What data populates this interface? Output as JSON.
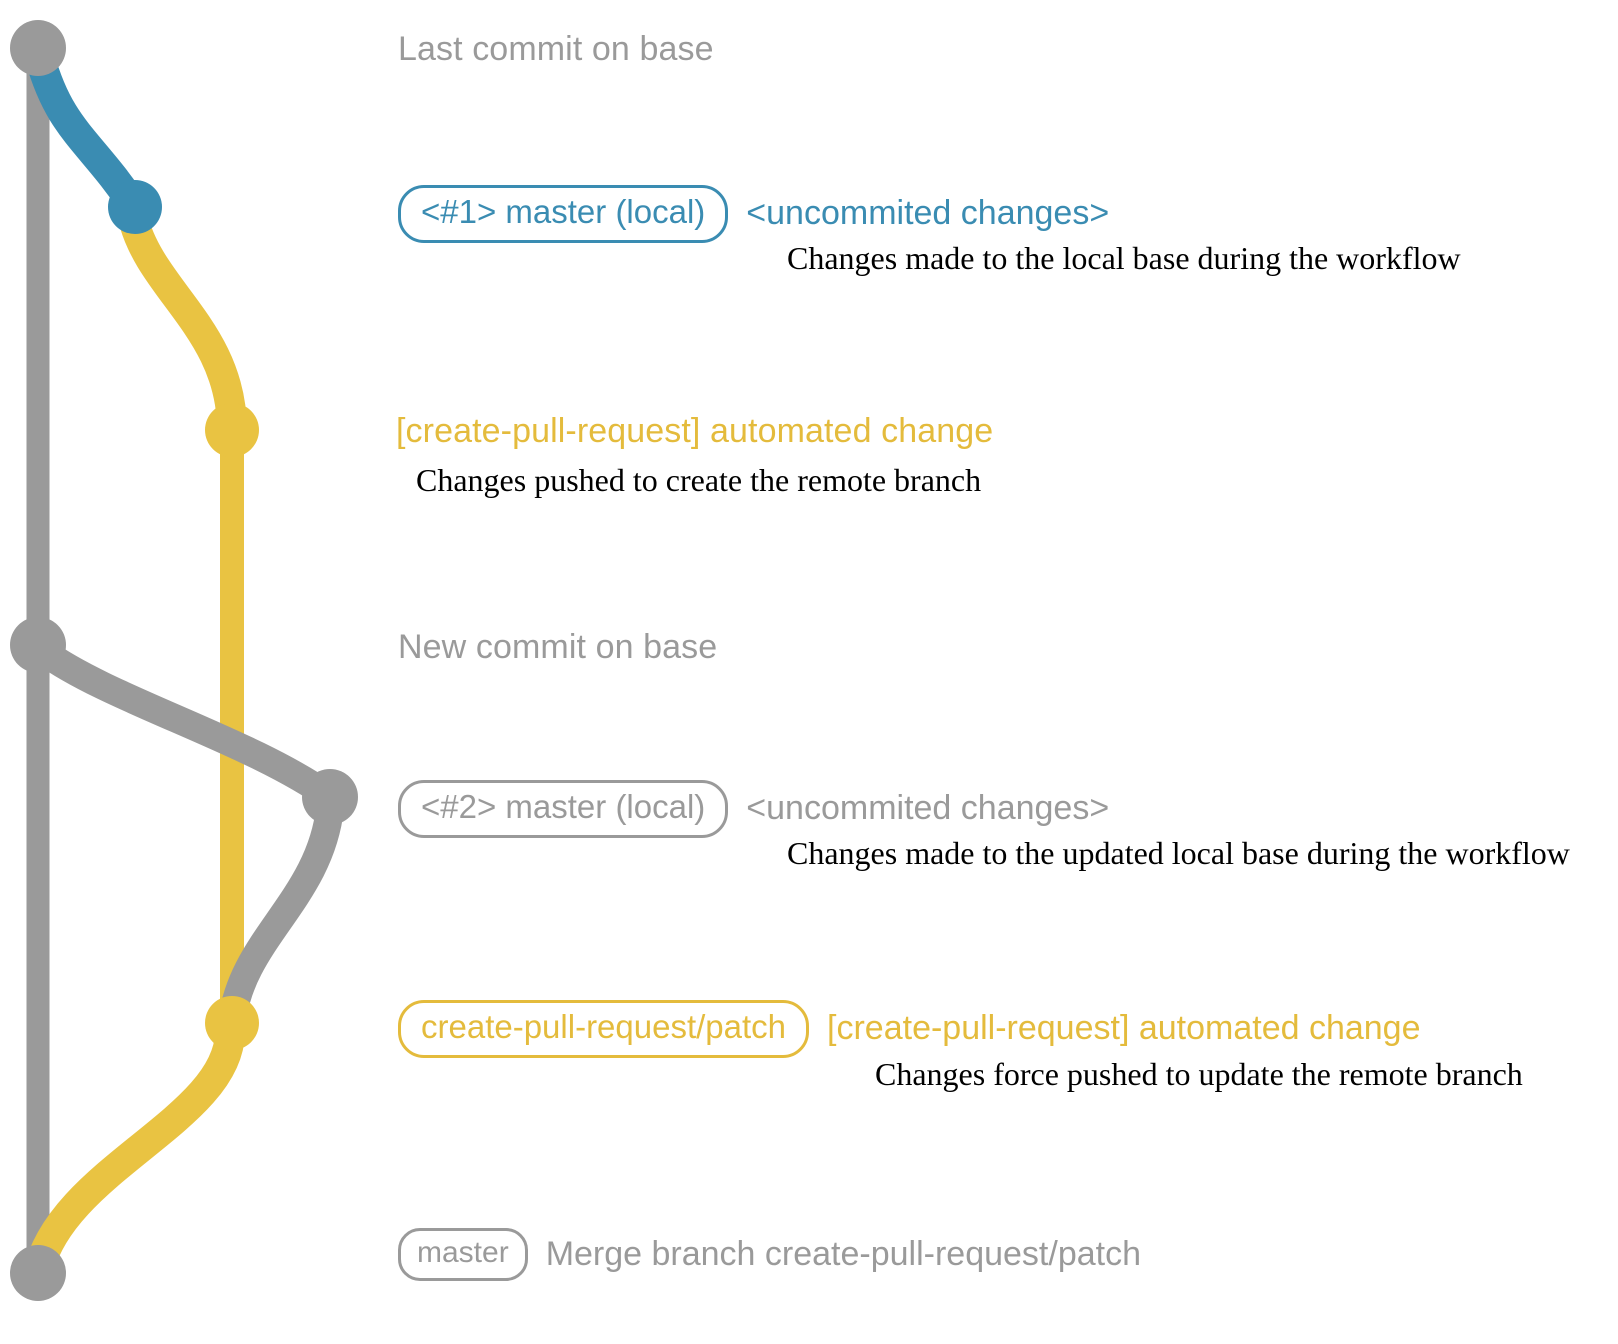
{
  "diagram": {
    "title": "git commit graph for create-pull-request workflow",
    "colors": {
      "base_gray": "#9a9a9a",
      "local_blue": "#3a8cb2",
      "patch_gold": "#e9c342",
      "badge_gold_border": "#e4bb3c",
      "description_text": "#000000",
      "background": "#ffffff"
    }
  },
  "rows": [
    {
      "id": "last-commit-on-base",
      "badge": null,
      "subject": "Last commit on base",
      "subject_color": "gray",
      "description": null
    },
    {
      "id": "master-local-1",
      "badge": "<#1> master (local)",
      "badge_color": "blue",
      "subject": "<uncommited changes>",
      "subject_color": "blue",
      "description": "Changes made to the local base during the workflow"
    },
    {
      "id": "automated-change-1",
      "badge": null,
      "subject": "[create-pull-request] automated change",
      "subject_color": "gold",
      "description": "Changes pushed to create the remote branch"
    },
    {
      "id": "new-commit-on-base",
      "badge": null,
      "subject": "New commit on base",
      "subject_color": "gray",
      "description": null
    },
    {
      "id": "master-local-2",
      "badge": "<#2> master (local)",
      "badge_color": "gray",
      "subject": "<uncommited changes>",
      "subject_color": "gray",
      "description": "Changes made to the updated local base during the workflow"
    },
    {
      "id": "automated-change-2",
      "badge": "create-pull-request/patch",
      "badge_color": "gold",
      "subject": "[create-pull-request] automated change",
      "subject_color": "gold",
      "description": "Changes force pushed to update the remote branch"
    },
    {
      "id": "merge-master",
      "badge": "master",
      "badge_color": "gray",
      "subject": "Merge branch create-pull-request/patch",
      "subject_color": "gray",
      "description": null
    }
  ]
}
